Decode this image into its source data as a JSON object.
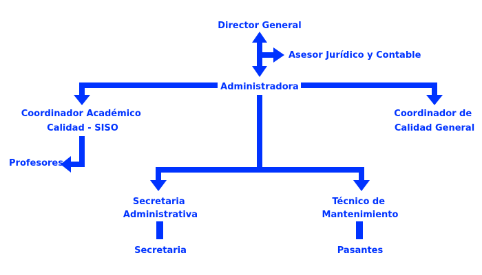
{
  "colors": {
    "connector": "#0033ff",
    "text": "#0033ff",
    "background": "#ffffff"
  },
  "nodes": {
    "director_general": "Director General",
    "asesor": "Asesor Jurídico y Contable",
    "administradora": "Administradora",
    "coord_academico": [
      "Coordinador Académico",
      "Calidad - SISO"
    ],
    "coord_calidad": [
      "Coordinador de",
      "Calidad General"
    ],
    "profesores": "Profesores",
    "sec_administrativa": [
      "Secretaria",
      "Administrativa"
    ],
    "tecnico": [
      "Técnico de",
      "Mantenimiento"
    ],
    "secretaria": "Secretaria",
    "pasantes": "Pasantes"
  }
}
